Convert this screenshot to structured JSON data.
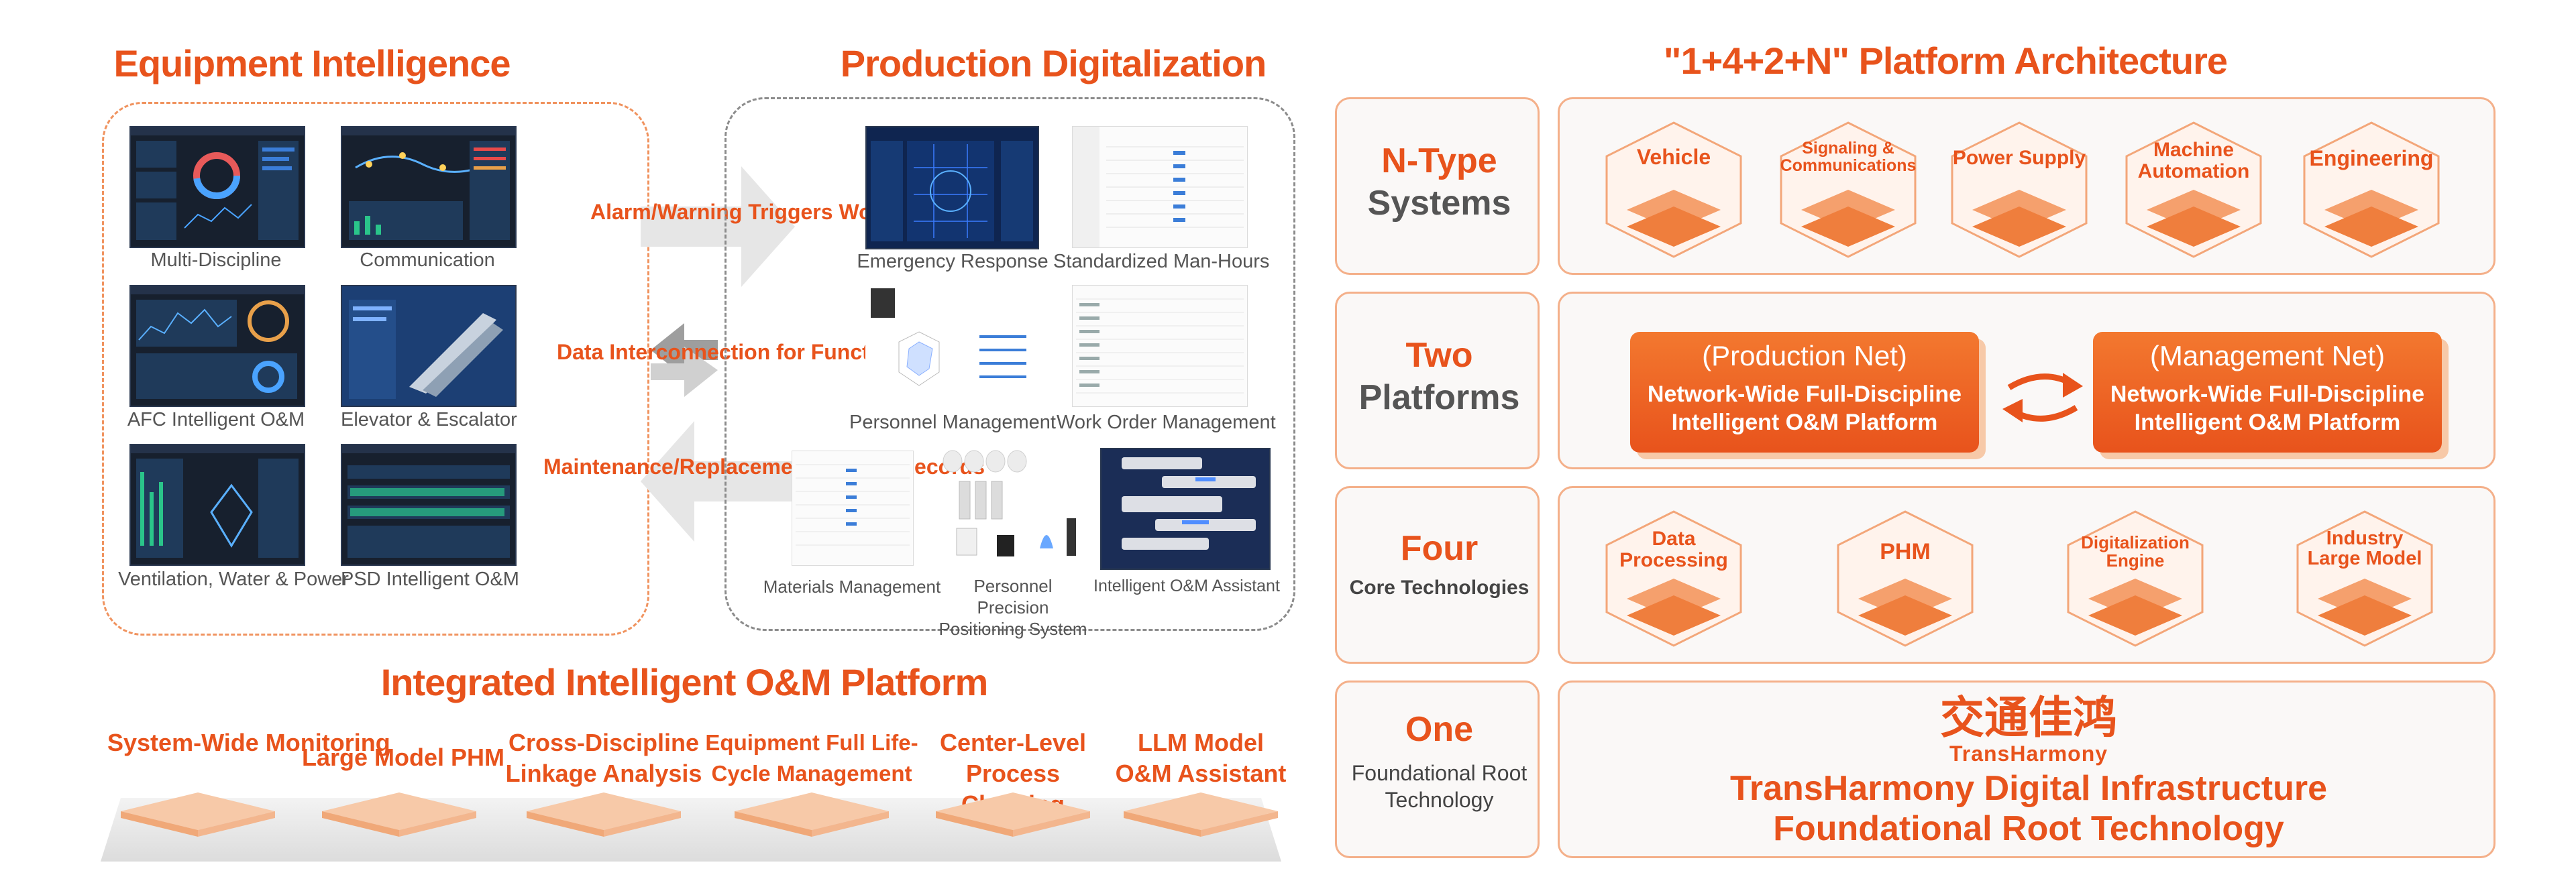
{
  "left": {
    "equipment": {
      "title": "Equipment Intelligence",
      "items": [
        "Multi-Discipline",
        "Communication",
        "AFC Intelligent O&M",
        "Elevator & Escalator",
        "Ventilation, Water & Power",
        "PSD Intelligent O&M"
      ]
    },
    "production": {
      "title": "Production Digitalization",
      "items": [
        "Emergency Response",
        "Standardized Man-Hours",
        "Personnel Management",
        "Work Order Management",
        "Materials Management",
        "Personnel Precision Positioning System",
        "Intelligent O&M Assistant"
      ]
    },
    "arrows": {
      "a1": "Alarm/Warning Triggers Work Order",
      "a2": "Data Interconnection for Function Linkage",
      "a3": "Maintenance/Replacement History Records"
    },
    "platform": {
      "title": "Integrated Intelligent O&M Platform",
      "tiles": [
        "System-Wide Monitoring",
        "Large Model PHM",
        "Cross-Discipline Linkage Analysis",
        "Equipment Full Life-Cycle Management",
        "Center-Level Process Chaining",
        "LLM Model O&M Assistant"
      ]
    }
  },
  "right": {
    "title": "\"1+4+2+N\" Platform Architecture",
    "rows": {
      "n": {
        "main": "N-Type",
        "sub": "Systems",
        "items": [
          "Vehicle",
          "Signaling & Communications",
          "Power Supply",
          "Machine Automation",
          "Engineering"
        ]
      },
      "two": {
        "main": "Two",
        "sub": "Platforms",
        "prod_net": "(Production Net)",
        "prod_desc": "Network-Wide Full-Discipline Intelligent O&M Platform",
        "mgmt_net": "(Management Net)",
        "mgmt_desc": "Network-Wide Full-Discipline Intelligent O&M Platform"
      },
      "four": {
        "main": "Four",
        "sub": "Core Technologies",
        "items": [
          "Data Processing",
          "PHM",
          "Digitalization Engine",
          "Industry Large Model"
        ]
      },
      "one": {
        "main": "One",
        "sub": "Foundational Root Technology",
        "logo_cn": "交通佳鸿",
        "logo_en": "TransHarmony",
        "desc1": "TransHarmony Digital Infrastructure",
        "desc2": "Foundational Root Technology"
      }
    }
  },
  "colors": {
    "accent": "#e8531c",
    "border": "#f4b08a",
    "text_gray": "#555555"
  }
}
